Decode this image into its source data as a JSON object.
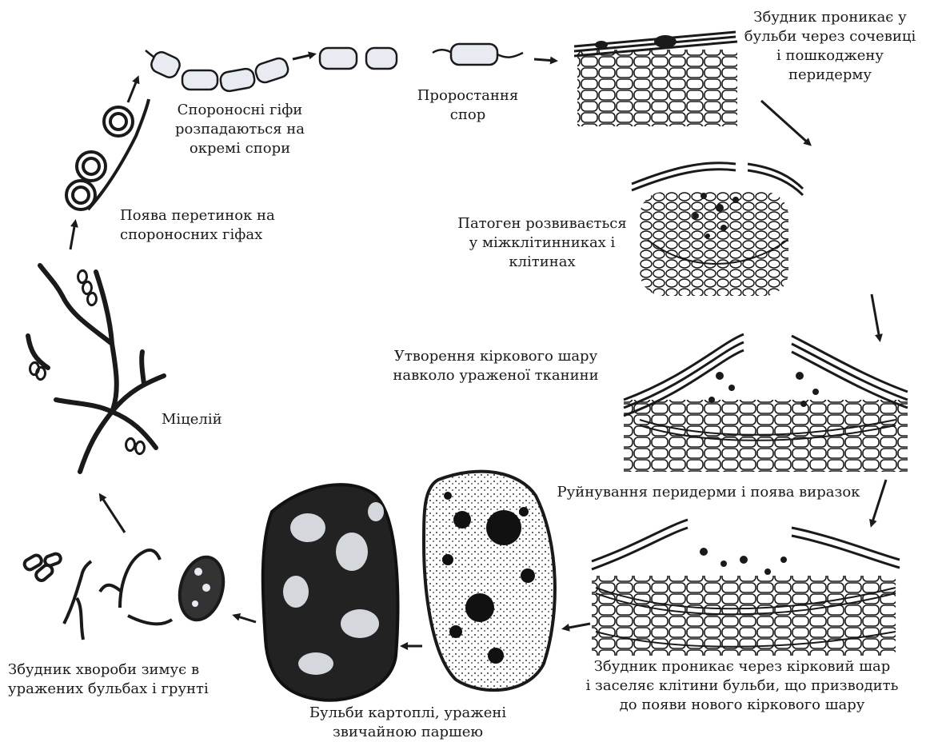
{
  "labels": {
    "hyphae_break": [
      "Спороносні гіфи",
      "розпадаються на",
      "окремі спори"
    ],
    "germination": [
      "Проростання",
      "спор"
    ],
    "penetrates": [
      "Збудник проникає у",
      "бульби через сочевиці",
      "і пошкоджену",
      "перидерму"
    ],
    "pathogen_develops": [
      "Патоген розвивається",
      "у міжклітинниках і",
      "клітинах"
    ],
    "septa": [
      "Поява перетинок на",
      "спороносних гіфах"
    ],
    "mycelium": "Міцелій",
    "cork_formation": [
      "Утворення кіркового шару",
      "навколо ураженої тканини"
    ],
    "periderm_destruction": "Руйнування перидерми і поява виразок",
    "overwinters": [
      "Збудник хвороби зимує  в",
      "уражених бульбах і грунті"
    ],
    "tubers_affected": [
      "Бульби картоплі, уражені",
      "звичайною паршею"
    ],
    "cork_penetration": [
      "Збудник проникає через кірковий шар",
      "і заселяє клітини бульби, що призводить",
      "до появи нового кіркового шару"
    ]
  },
  "colors": {
    "ink": "#1a1a1a",
    "hypha_fill": "#e8ecf2",
    "background": "#ffffff"
  }
}
